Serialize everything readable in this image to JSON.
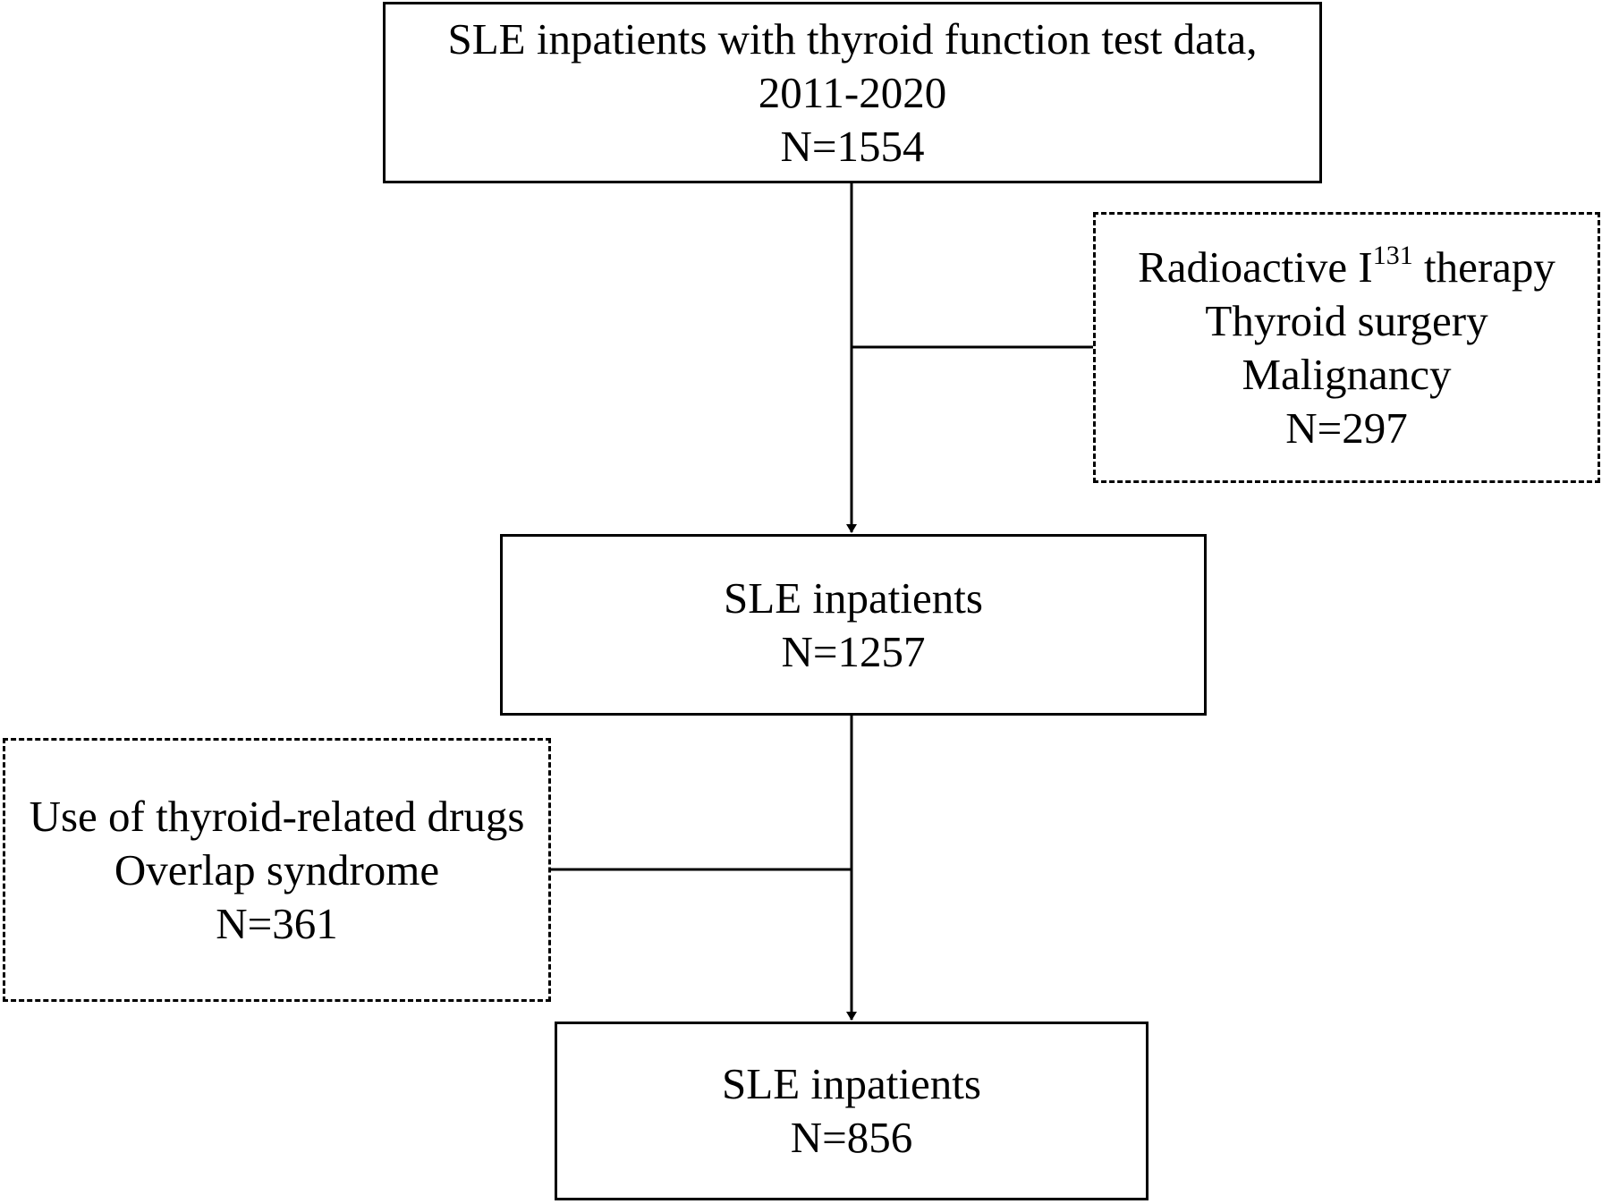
{
  "flowchart": {
    "start": {
      "line1": "SLE inpatients with thyroid function test data,",
      "line2": "2011-2020",
      "n": "N=1554"
    },
    "exclusion1": {
      "line1_prefix": "Radioactive I",
      "line1_sup": "131",
      "line1_suffix": " therapy",
      "line2": "Thyroid surgery",
      "line3": "Malignancy",
      "n": "N=297"
    },
    "middle": {
      "label": "SLE inpatients",
      "n": "N=1257"
    },
    "exclusion2": {
      "line1": "Use of thyroid-related drugs",
      "line2": "Overlap syndrome",
      "n": "N=361"
    },
    "final": {
      "label": "SLE inpatients",
      "n": "N=856"
    }
  }
}
